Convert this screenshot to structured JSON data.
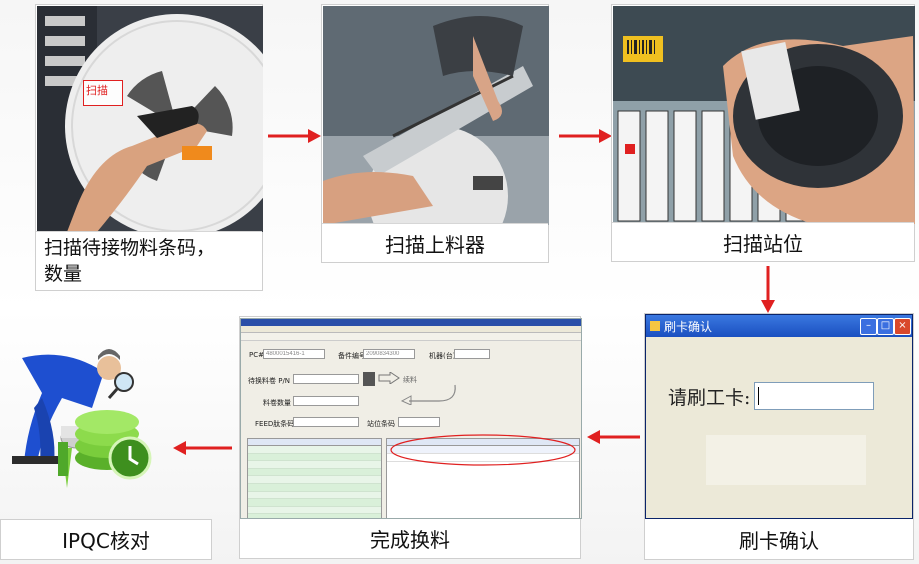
{
  "steps": [
    {
      "caption": "扫描待接物料条码，\n数量",
      "tag": "扫描"
    },
    {
      "caption": "扫描上料器"
    },
    {
      "caption": "扫描站位"
    },
    {
      "caption": "刷卡确认"
    },
    {
      "caption": "完成换料"
    },
    {
      "caption": "IPQC核对"
    }
  ],
  "software": {
    "pc_label": "PC#",
    "pc_value": "4800015416-1",
    "task_label": "备件编号",
    "task_value": "2090834300",
    "machine_label": "机器(台)",
    "pn_label": "待换料卷 P/N",
    "feed_arrow_label": "续料",
    "qty_label": "料卷数量",
    "feeder_label": "FEED肽条码",
    "station_label": "站位条码"
  },
  "dialog": {
    "title": "刷卡确认",
    "prompt": "请刷工卡:"
  },
  "colors": {
    "arrow": "#e02020",
    "dialog_title": "#1a4fc0"
  }
}
